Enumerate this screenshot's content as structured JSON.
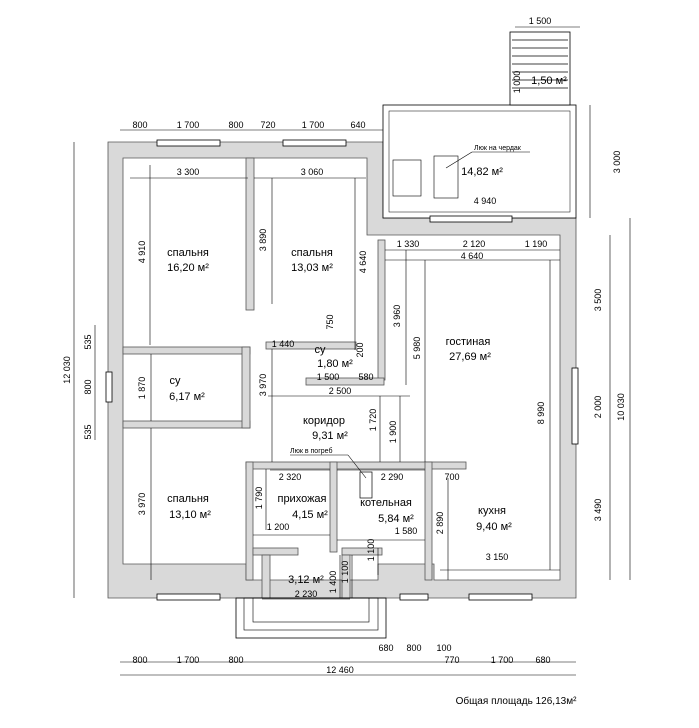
{
  "plan": {
    "total_area": "Общая площадь 126,13м²",
    "notes": {
      "attic_hatch": "Люк на чердак",
      "cellar_hatch": "Люк в погреб"
    },
    "rooms": {
      "bedroom1": {
        "name": "спальня",
        "area": "16,20 м²"
      },
      "bedroom2": {
        "name": "спальня",
        "area": "13,03 м²"
      },
      "bath_small": {
        "name": "су",
        "area": "1,80 м²"
      },
      "bath_left": {
        "name": "су",
        "area": "6,17 м²"
      },
      "corridor": {
        "name": "коридор",
        "area": "9,31 м²"
      },
      "living": {
        "name": "гостиная",
        "area": "27,69 м²"
      },
      "hall": {
        "name": "прихожая",
        "area": "4,15 м²"
      },
      "boiler": {
        "name": "котельная",
        "area": "5,84 м²"
      },
      "kitchen": {
        "name": "кухня",
        "area": "9,40 м²"
      },
      "bedroom3": {
        "name": "спальня",
        "area": "13,10 м²"
      },
      "vestibule": {
        "area": "3,12 м²"
      },
      "terrace": {
        "area": "14,82 м²"
      },
      "porch": {
        "area": "1,50 м²"
      }
    },
    "dimensions": {
      "top_row": [
        "800",
        "1 700",
        "800",
        "720",
        "1 700",
        "640"
      ],
      "porch_width": "1 500",
      "porch_depth": "1 000",
      "terrace_depth": "3 000",
      "terrace_width": "4 940",
      "room_w1": "3 300",
      "room_w2": "3 060",
      "bed2_depth": "3 890",
      "bed2_full": "4 640",
      "bed1_depth": "4 910",
      "living_segments": [
        "1 330",
        "2 120",
        "1 190"
      ],
      "living_width": "4 640",
      "living_depth": "3 960",
      "living_full": "5 980",
      "right_outer": [
        "3 500",
        "2 000",
        "3 490"
      ],
      "right_total": "10 030",
      "right_inner": "8 990",
      "left_outer": [
        "535",
        "800",
        "535"
      ],
      "left_total": "12 030",
      "bath_depth": "1 870",
      "bed3_depth": "3 970",
      "corr_depth": "3 970",
      "bath_small_w": "1 440",
      "d750": "750",
      "d200": "200",
      "d1500": "1 500",
      "d580": "580",
      "d2500": "2 500",
      "d1720": "1 720",
      "d1900": "1 900",
      "d2320": "2 320",
      "d2290": "2 290",
      "d700": "700",
      "d1790": "1 790",
      "d1200": "1 200",
      "d1580": "1 580",
      "d2890": "2 890",
      "d1100": "1 100",
      "d3150": "3 150",
      "d1400": "1 400",
      "d1100b": "1 100",
      "d2230": "2 230",
      "d680": "680",
      "d800": "800",
      "d100": "100",
      "bottom_row": [
        "800",
        "1 700",
        "800",
        "770",
        "1 700",
        "680"
      ],
      "overall_width": "12 460"
    }
  },
  "colors": {
    "wall": "#d9d9d9",
    "line": "#000000"
  }
}
